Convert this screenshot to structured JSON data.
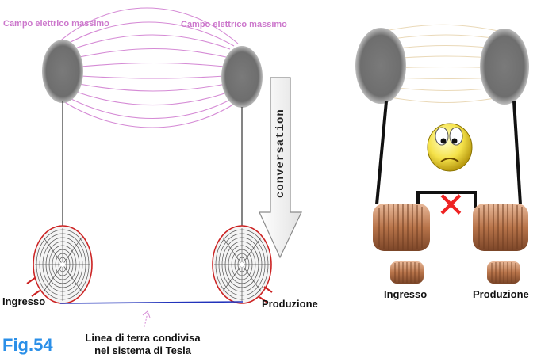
{
  "left_diagram": {
    "field_label_left": "Campo elettrico massimo",
    "field_label_right": "Campo elettrico massimo",
    "conversion_label": "conversation",
    "input_label": "Ingresso",
    "output_label": "Produzione",
    "earth_line_label_1": "Linea di terra condivisa",
    "earth_line_label_2": "nel sistema di Tesla",
    "figure_label": "Fig.54"
  },
  "right_diagram": {
    "input_label": "Ingresso",
    "output_label": "Produzione",
    "cross_symbol": "✕"
  },
  "colors": {
    "field_lines": "#d58ad5",
    "sphere": "#777777",
    "earth_line": "#2233bb",
    "coil_outline": "#cc2222",
    "figure_label": "#2a8fe8",
    "cross": "#ee2222",
    "copper": "#b8744a"
  },
  "icons": [
    "sphere-electrode",
    "spiral-coil",
    "down-arrow",
    "worried-face-icon",
    "cross-icon",
    "copper-coil"
  ]
}
